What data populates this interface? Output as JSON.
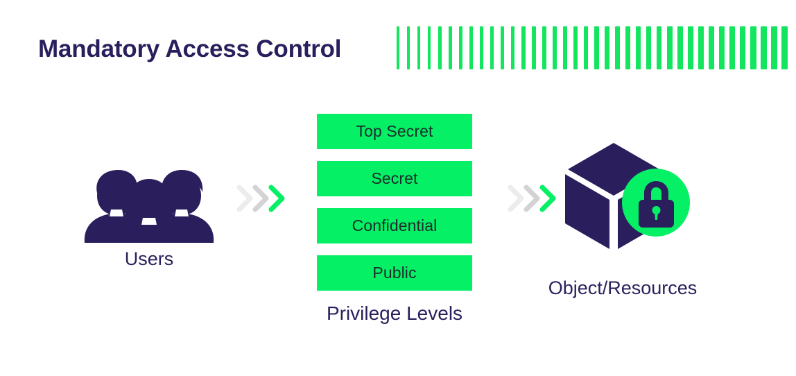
{
  "page": {
    "title": "Mandatory Access Control",
    "background_color": "#ffffff"
  },
  "colors": {
    "navy": "#2a1f5c",
    "green": "#05f065",
    "green_strip": "#13e55e",
    "chevron_light": "#ececed",
    "chevron_mid": "#d3d3d5",
    "chevron_green": "#05f065",
    "bar_text": "#1c2b2b"
  },
  "decor": {
    "strip_name": "green-tick-strip",
    "tick_count": 38,
    "start_width": 4,
    "end_width": 9,
    "pitch": 15
  },
  "left_node": {
    "icon": "users-icon",
    "label": "Users"
  },
  "arrows": {
    "left": {
      "name": "flow-arrow-users-to-levels",
      "chevron_count": 3,
      "colors": [
        "#ececed",
        "#d3d3d5",
        "#05f065"
      ]
    },
    "right": {
      "name": "flow-arrow-levels-to-object",
      "chevron_count": 3,
      "colors": [
        "#ececed",
        "#d3d3d5",
        "#05f065"
      ]
    }
  },
  "levels": {
    "label": "Privilege Levels",
    "items": [
      {
        "label": "Top Secret"
      },
      {
        "label": "Secret"
      },
      {
        "label": "Confidential"
      },
      {
        "label": "Public"
      }
    ]
  },
  "right_node": {
    "icon": "cube-with-lock-icon",
    "label": "Object/Resources"
  }
}
